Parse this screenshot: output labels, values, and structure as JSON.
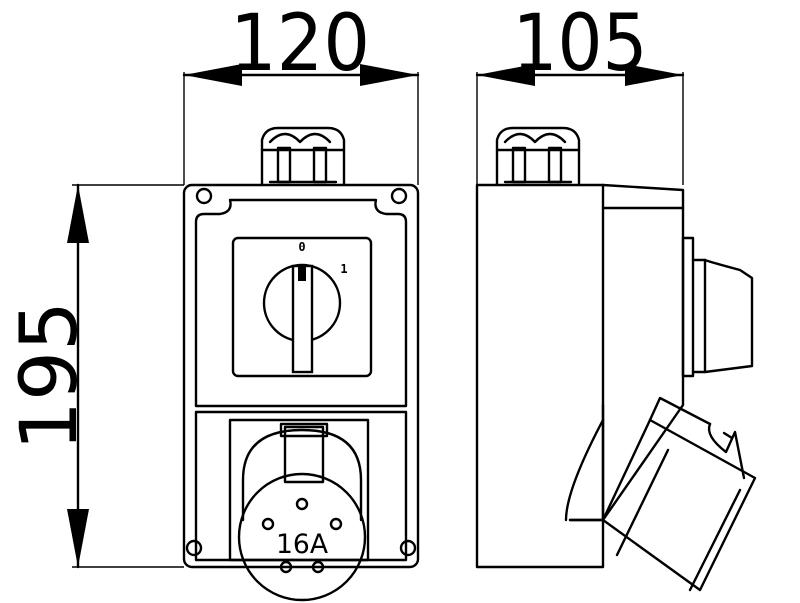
{
  "dimensions": {
    "front_width": "120",
    "side_depth": "105",
    "height": "195"
  },
  "switch": {
    "position_off": "0",
    "position_on": "1"
  },
  "socket": {
    "rating": "16A"
  }
}
